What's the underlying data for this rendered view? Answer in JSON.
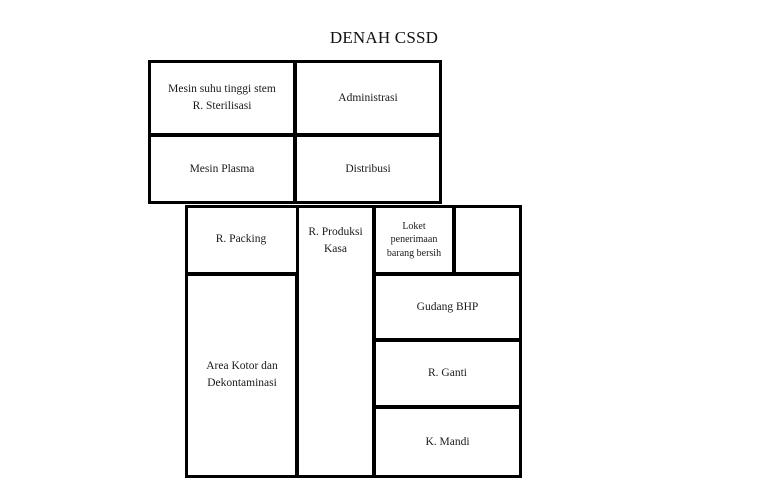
{
  "title": "DENAH CSSD",
  "diagram": {
    "type": "floor-plan",
    "background_color": "#ffffff",
    "line_color": "#000000",
    "rooms": [
      {
        "id": "sterilisasi",
        "label": "Mesin suhu tinggi stem\nR. Sterilisasi"
      },
      {
        "id": "administrasi",
        "label": "Administrasi"
      },
      {
        "id": "plasma",
        "label": "Mesin Plasma"
      },
      {
        "id": "distribusi",
        "label": "Distribusi"
      },
      {
        "id": "packing",
        "label": "R. Packing"
      },
      {
        "id": "produksi-kasa",
        "label": "R. Produksi\nKasa"
      },
      {
        "id": "loket",
        "label": "Loket\npenerimaan\nbarang bersih"
      },
      {
        "id": "unlabeled",
        "label": ""
      },
      {
        "id": "area-kotor",
        "label": "Area Kotor dan\nDekontaminasi"
      },
      {
        "id": "gudang-bhp",
        "label": "Gudang BHP"
      },
      {
        "id": "ganti",
        "label": "R. Ganti"
      },
      {
        "id": "kamar-mandi",
        "label": "K. Mandi"
      }
    ]
  }
}
